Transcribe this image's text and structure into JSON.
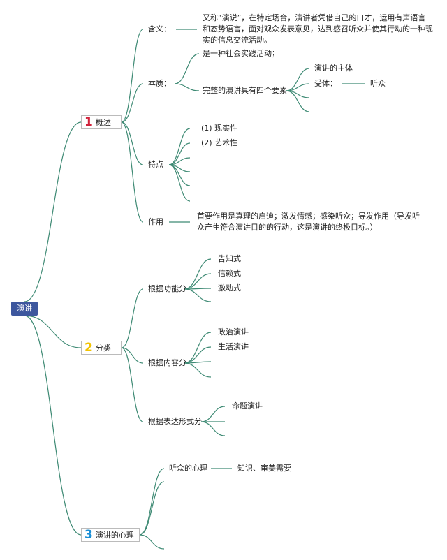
{
  "root": "演讲",
  "colors": {
    "line": "#3e8a74",
    "root_bg": "#3d579e",
    "num1": "#d1223b",
    "num2": "#f2c300",
    "num3": "#1a8fd6"
  },
  "b1": {
    "num": "1",
    "label": "概述",
    "hanyi": {
      "label": "含义：",
      "text": "又称“演说”，在特定场合，演讲者凭借自己的口才，运用有声语言和态势语言，面对观众发表意见，达到感召听众并使其行动的一种现实的信息交流活动。"
    },
    "benzhi": {
      "label": "本质：",
      "item1": "是一种社会实践活动；",
      "item2": "完整的演讲具有四个要素",
      "sub1": "演讲的主体",
      "sub2": "受体：",
      "sub2_value": "听众"
    },
    "tedian": {
      "label": "特点",
      "item1": "(1) 现实性",
      "item2": "(2) 艺术性"
    },
    "zuoyong": {
      "label": "作用",
      "text": "首要作用是真理的启迪；激发情感；感染听众；导发作用（导发听众产生符合演讲目的的行动，这是演讲的终极目标。）"
    }
  },
  "b2": {
    "num": "2",
    "label": "分类",
    "gongneng": {
      "label": "根据功能分",
      "items": [
        "告知式",
        "信赖式",
        "激动式"
      ]
    },
    "neirong": {
      "label": "根据内容分",
      "items": [
        "政治演讲",
        "生活演讲"
      ]
    },
    "xingshi": {
      "label": "根据表达形式分",
      "items": [
        "命题演讲"
      ]
    }
  },
  "b3": {
    "num": "3",
    "label": "演讲的心理",
    "tingzhong": {
      "label": "听众的心理",
      "value": "知识、审美需要"
    }
  }
}
